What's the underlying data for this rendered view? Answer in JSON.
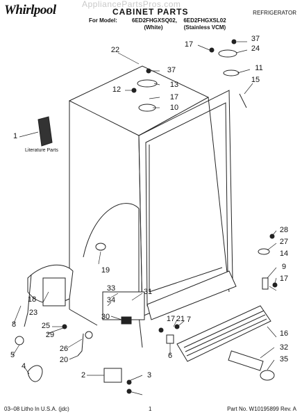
{
  "header": {
    "brand": "Whirlpool",
    "watermark": "AppliancePartsPros.com",
    "title": "CABINET PARTS",
    "category": "REFRIGERATOR",
    "model_label": "For Model:",
    "models": [
      {
        "number": "6ED2FHGXSQ02,",
        "variant": "(White)"
      },
      {
        "number": "6ED2FHGXSL02",
        "variant": "(Stainless VCM)"
      }
    ]
  },
  "diagram": {
    "literature_label": "Literature Parts",
    "callouts": [
      "1",
      "2",
      "3",
      "4",
      "5",
      "6",
      "7",
      "8",
      "9",
      "10",
      "11",
      "12",
      "13",
      "14",
      "15",
      "16",
      "17",
      "17",
      "17",
      "17",
      "18",
      "19",
      "20",
      "21",
      "22",
      "23",
      "24",
      "25",
      "26",
      "27",
      "28",
      "29",
      "30",
      "31",
      "32",
      "33",
      "34",
      "35",
      "37",
      "37"
    ]
  },
  "footer": {
    "litho": "03–08 Litho In U.S.A. (jdc)",
    "page": "1",
    "part_no": "Part No. W10195899 Rev. A"
  }
}
